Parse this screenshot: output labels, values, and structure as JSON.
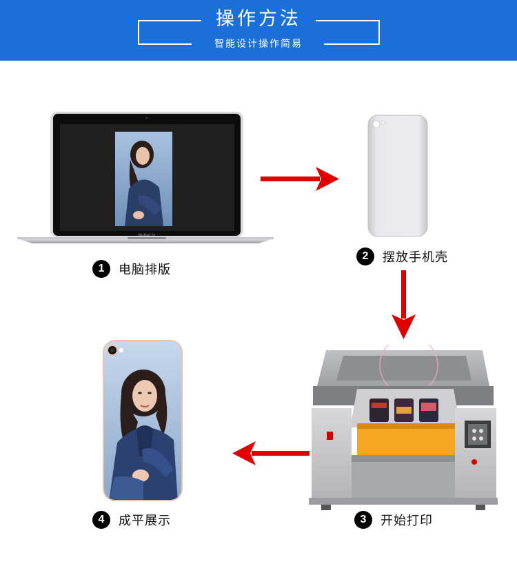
{
  "header": {
    "title": "操作方法",
    "subtitle": "智能设计操作简易",
    "background": "#1a6fd9"
  },
  "steps": [
    {
      "number": "1",
      "label": "电脑排版"
    },
    {
      "number": "2",
      "label": "摆放手机壳"
    },
    {
      "number": "3",
      "label": "开始打印"
    },
    {
      "number": "4",
      "label": "成平展示"
    }
  ],
  "laptop": {
    "brand": "MacBook Air"
  },
  "colors": {
    "arrow": "#e00000",
    "accent": "#1a6fd9"
  }
}
